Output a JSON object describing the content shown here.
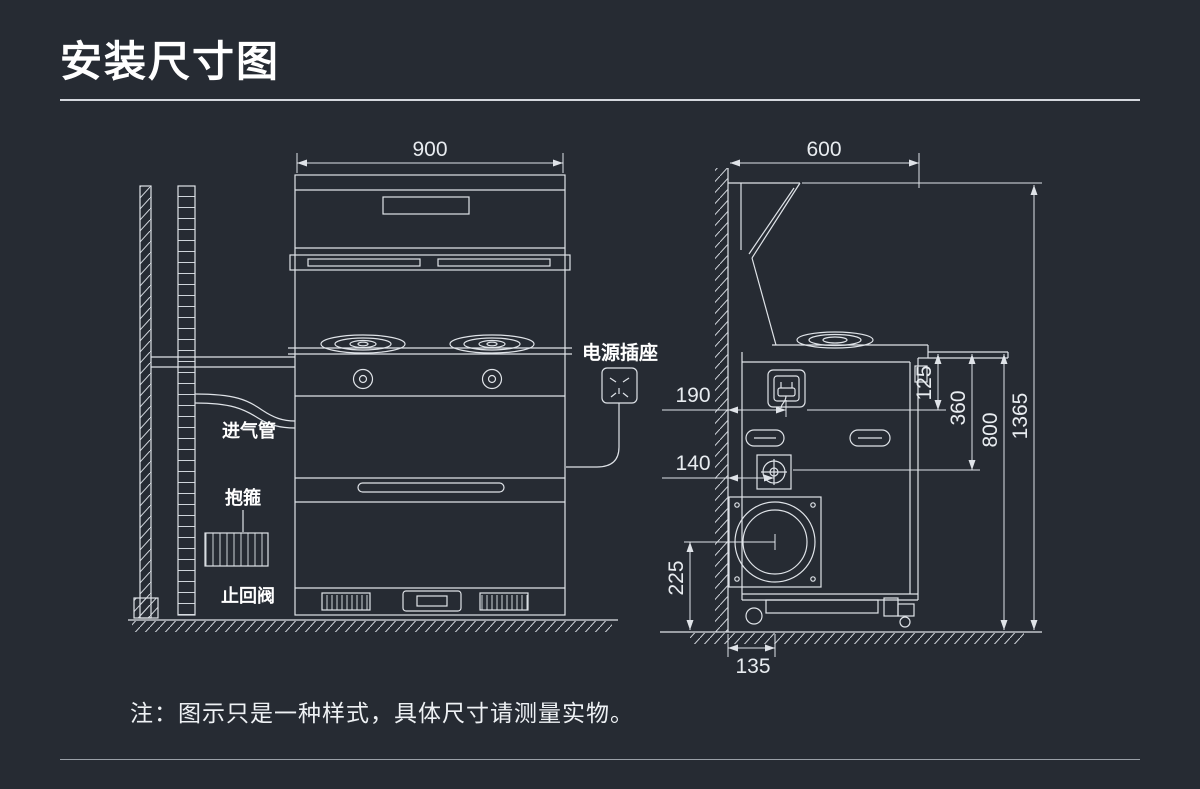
{
  "page": {
    "title": "安装尺寸图",
    "note": "注：图示只是一种样式，具体尺寸请测量实物。"
  },
  "colors": {
    "background": "#262b33",
    "line": "#dfe3e8",
    "text": "#ffffff"
  },
  "front_view": {
    "width_dim": "900",
    "labels": {
      "gas_inlet": "进气管",
      "clamp": "抱箍",
      "check_valve": "止回阀",
      "power_socket": "电源插座"
    }
  },
  "side_view": {
    "depth_dim": "600",
    "dims": {
      "wall_to_socket": "190",
      "wall_to_inlet": "140",
      "counter_to_socket": "125",
      "counter_to_inlet": "360",
      "duct_center_to_floor": "225",
      "counter_height": "800",
      "total_height": "1365",
      "wall_to_duct": "135"
    }
  }
}
